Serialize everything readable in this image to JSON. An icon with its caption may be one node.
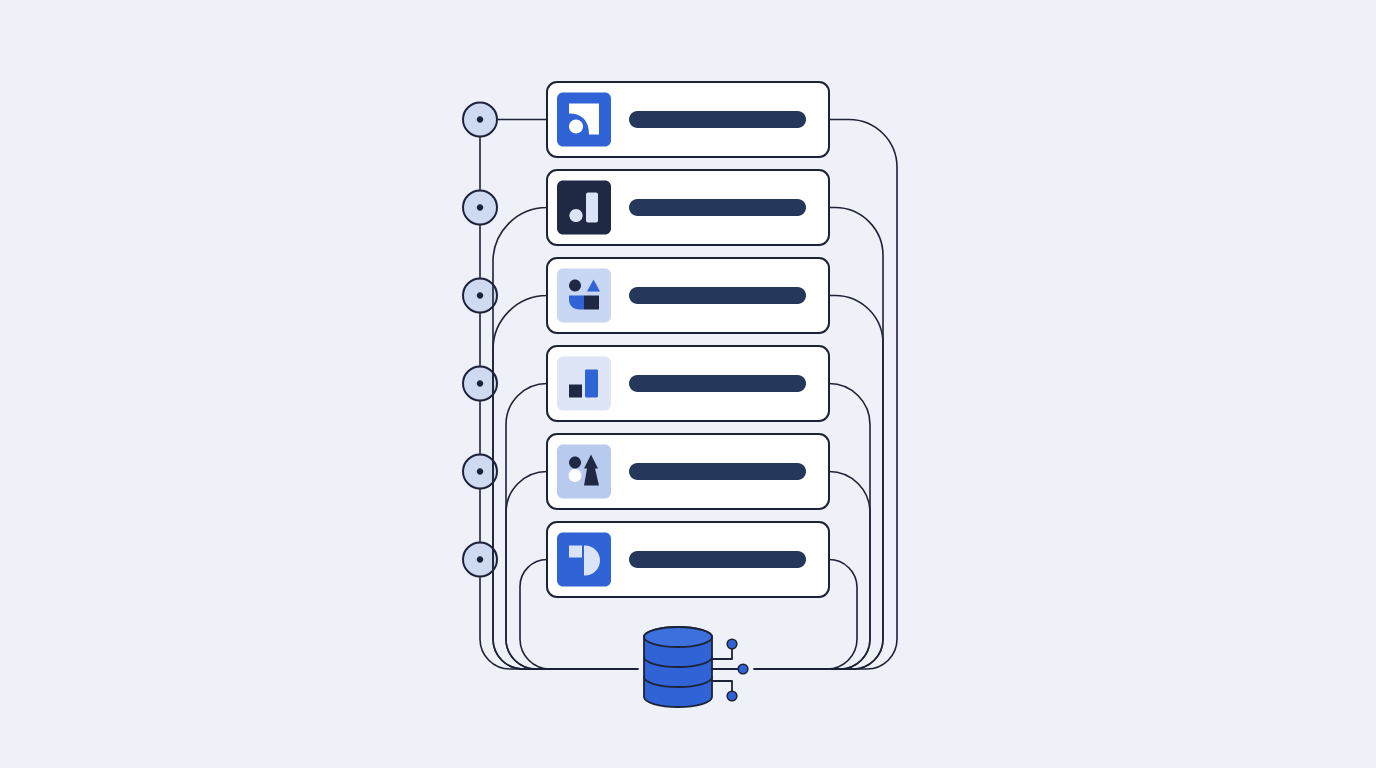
{
  "diagram": {
    "nodes": [
      {
        "text": [],
        "shape": "circle"
      },
      {
        "text": [],
        "shape": "box"
      },
      {
        "text": [],
        "shape": "circle"
      },
      {
        "text": [],
        "shape": "box"
      },
      {
        "text": [],
        "shape": "circle"
      },
      {
        "text": [],
        "shape": "box"
      },
      {
        "text": [],
        "shape": "circle"
      },
      {
        "text": [],
        "shape": "box"
      },
      {
        "text": [],
        "shape": "circle"
      },
      {
        "text": [],
        "shape": "box"
      },
      {
        "text": [],
        "shape": "circle"
      },
      {
        "text": [],
        "shape": "box"
      },
      {
        "text": [],
        "shape": "cylinder"
      }
    ],
    "edges": [
      {
        "from": 0,
        "to": 1,
        "arrow": "none"
      },
      {
        "from": 0,
        "to": 2,
        "arrow": "none"
      },
      {
        "from": 2,
        "to": 4,
        "arrow": "none"
      },
      {
        "from": 4,
        "to": 6,
        "arrow": "none"
      },
      {
        "from": 6,
        "to": 8,
        "arrow": "none"
      },
      {
        "from": 8,
        "to": 10,
        "arrow": "none"
      },
      {
        "from": 10,
        "to": 12,
        "arrow": "none"
      },
      {
        "from": 1,
        "to": 12,
        "arrow": "none"
      },
      {
        "from": 3,
        "to": 12,
        "arrow": "none"
      },
      {
        "from": 3,
        "to": 12,
        "arrow": "none"
      },
      {
        "from": 5,
        "to": 12,
        "arrow": "none"
      },
      {
        "from": 5,
        "to": 12,
        "arrow": "none"
      },
      {
        "from": 7,
        "to": 12,
        "arrow": "none"
      },
      {
        "from": 7,
        "to": 12,
        "arrow": "none"
      },
      {
        "from": 9,
        "to": 12,
        "arrow": "none"
      },
      {
        "from": 9,
        "to": 12,
        "arrow": "none"
      },
      {
        "from": 11,
        "to": 12,
        "arrow": "none"
      },
      {
        "from": 11,
        "to": 12,
        "arrow": "none"
      }
    ]
  }
}
